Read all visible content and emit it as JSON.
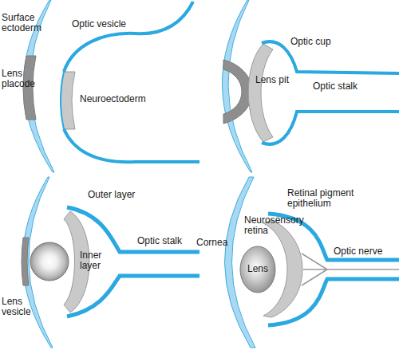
{
  "diagram": {
    "labels": [
      "Surface ectoderm",
      "Optic vesicle",
      "Lens placode",
      "Neuroectoderm",
      "Optic cup",
      "Lens pit",
      "Optic stalk",
      "Outer layer",
      "Inner layer",
      "Optic stalk",
      "Lens vesicle",
      "Retinal pigment epithelium",
      "Neurosensory retina",
      "Cornea",
      "Lens",
      "Optic nerve"
    ]
  }
}
